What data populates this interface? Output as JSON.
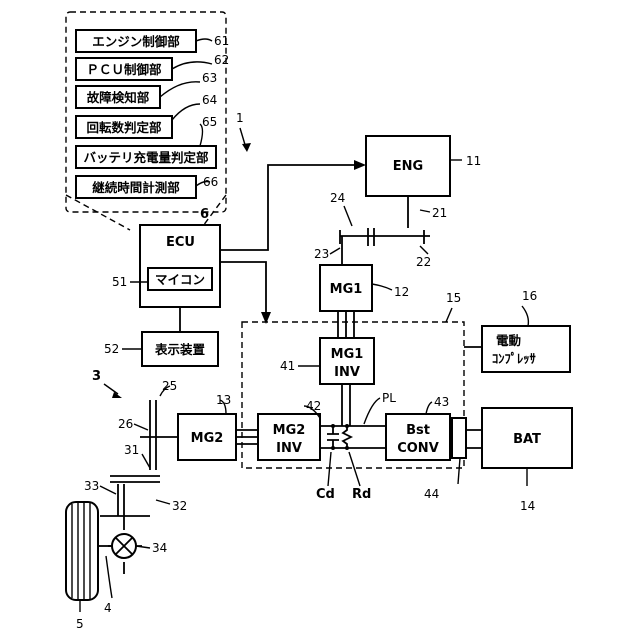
{
  "ecu_panel": {
    "items": [
      {
        "label": "エンジン制御部",
        "ref": "61"
      },
      {
        "label": "ＰＣＵ制御部",
        "ref": "62"
      },
      {
        "label": "故障検知部",
        "ref": "63"
      },
      {
        "label": "回転数判定部",
        "ref": "64"
      },
      {
        "label": "バッテリ充電量判定部",
        "ref": "65"
      },
      {
        "label": "継続時間計測部",
        "ref": "66"
      }
    ],
    "ref": "6"
  },
  "system_ref": "1",
  "ecu": {
    "label": "ECU",
    "microcomputer": "マイコン",
    "micro_ref": "51"
  },
  "display": {
    "label": "表示装置",
    "ref": "52"
  },
  "eng": {
    "label": "ENG",
    "ref": "11"
  },
  "mg1": {
    "label": "MG1",
    "ref": "12"
  },
  "mg1_inv": {
    "line1": "MG1",
    "line2": "INV",
    "ref": "41"
  },
  "mg2": {
    "label": "MG2",
    "ref": "13"
  },
  "mg2_inv": {
    "line1": "MG2",
    "line2": "INV",
    "ref": "42"
  },
  "bst_conv": {
    "line1": "Bst",
    "line2": "CONV",
    "ref": "43"
  },
  "bat": {
    "label": "BAT",
    "ref": "14"
  },
  "compressor": {
    "line1": "電動",
    "line2": "ｺﾝﾌﾟﾚｯｻ",
    "ref": "16"
  },
  "pcu_ref": "15",
  "refs": {
    "shaft_21": "21",
    "gear_22": "22",
    "gear_23": "23",
    "gear_24": "24",
    "drive_ref": "3",
    "g25": "25",
    "g26": "26",
    "g31": "31",
    "g32": "32",
    "g33": "33",
    "diff": "34",
    "axle": "4",
    "wheel": "5",
    "relay": "44"
  },
  "labels": {
    "pl": "PL",
    "cd": "Cd",
    "rd": "Rd"
  }
}
